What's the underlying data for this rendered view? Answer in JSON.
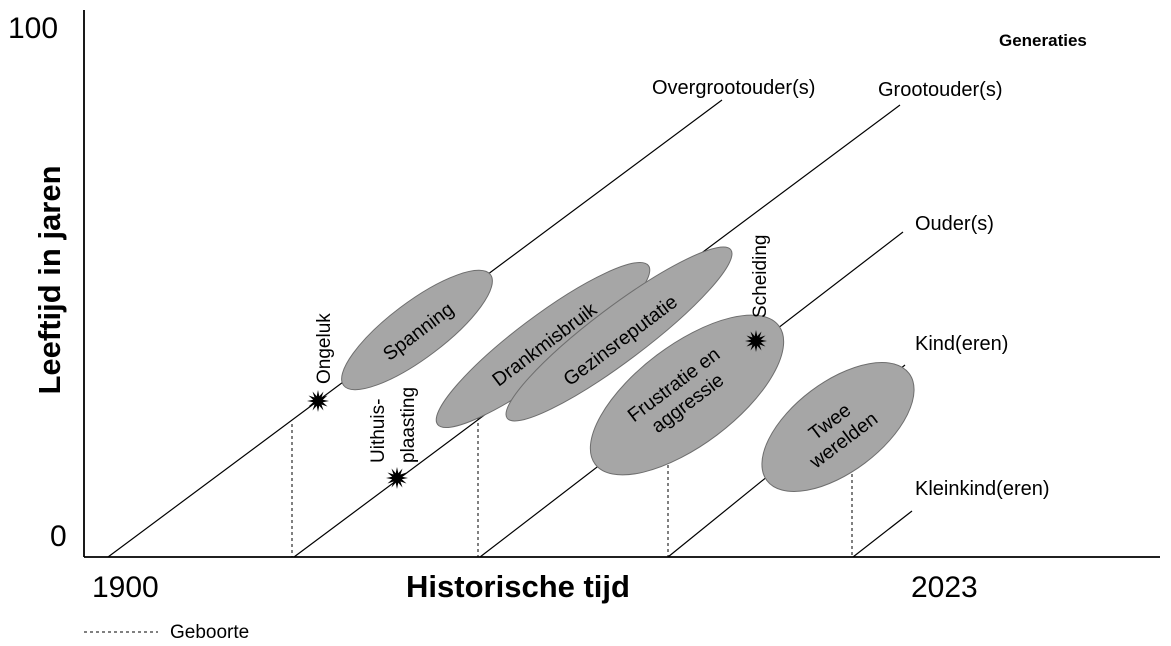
{
  "axis": {
    "y_max_label": "100",
    "y_min_label": "0",
    "y_title": "Leeftijd in jaren",
    "x_start_label": "1900",
    "x_end_label": "2023",
    "x_title": "Historische tijd"
  },
  "legend": {
    "title": "Generaties",
    "birth_label": "Geboorte"
  },
  "generations": [
    "Overgrootouder(s)",
    "Grootouder(s)",
    "Ouder(s)",
    "Kind(eren)",
    "Kleinkind(eren)"
  ],
  "themes": {
    "spanning": [
      "Spanning"
    ],
    "drankmisbruik": [
      "Drankmisbruik"
    ],
    "gezinsreputatie": [
      "Gezinsreputatie"
    ],
    "frustratie": [
      "Frustratie en",
      "aggressie"
    ],
    "twee": [
      "Twee",
      "werelden"
    ]
  },
  "events": {
    "ongeluk": [
      "Ongeluk"
    ],
    "uithuis": [
      "Uithuis-",
      "plaasting"
    ],
    "scheiding": [
      "Scheiding"
    ]
  },
  "colors": {
    "ellipse_fill": "#a6a6a6",
    "ellipse_stroke": "#6e6e6e",
    "lines": "#000000"
  },
  "icons": {
    "event_marker": "burst-star-icon"
  }
}
